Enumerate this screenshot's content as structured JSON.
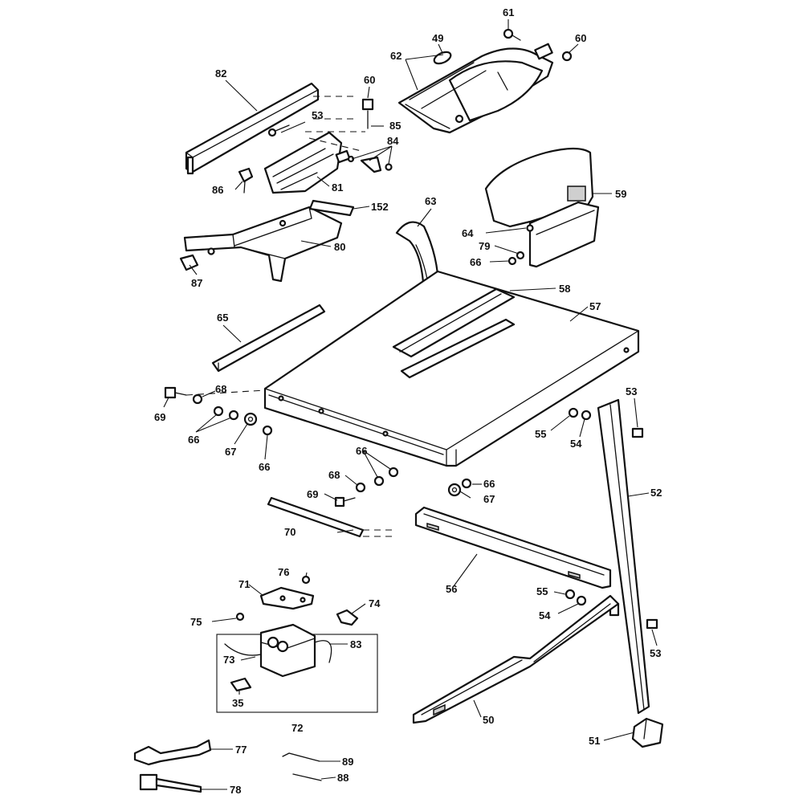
{
  "diagram": {
    "callouts": {
      "c61": "61",
      "c60a": "60",
      "c49": "49",
      "c62": "62",
      "c82": "82",
      "c60b": "60",
      "c53a": "53",
      "c85": "85",
      "c84": "84",
      "c86": "86",
      "c81": "81",
      "c152": "152",
      "c59": "59",
      "c63": "63",
      "c64": "64",
      "c79": "79",
      "c66a": "66",
      "c80": "80",
      "c87": "87",
      "c58": "58",
      "c57": "57",
      "c65": "65",
      "c68a": "68",
      "c69a": "69",
      "c66b": "66",
      "c67a": "67",
      "c66c": "66",
      "c53b": "53",
      "c55a": "55",
      "c54a": "54",
      "c66d": "66",
      "c68b": "68",
      "c66e": "66",
      "c69b": "69",
      "c67b": "67",
      "c52": "52",
      "c70": "70",
      "c56": "56",
      "c71": "71",
      "c76": "76",
      "c74": "74",
      "c55b": "55",
      "c54b": "54",
      "c75": "75",
      "c83": "83",
      "c53c": "53",
      "c73": "73",
      "c35": "35",
      "c72": "72",
      "c50": "50",
      "c51": "51",
      "c77": "77",
      "c89": "89",
      "c88": "88",
      "c78": "78"
    }
  }
}
